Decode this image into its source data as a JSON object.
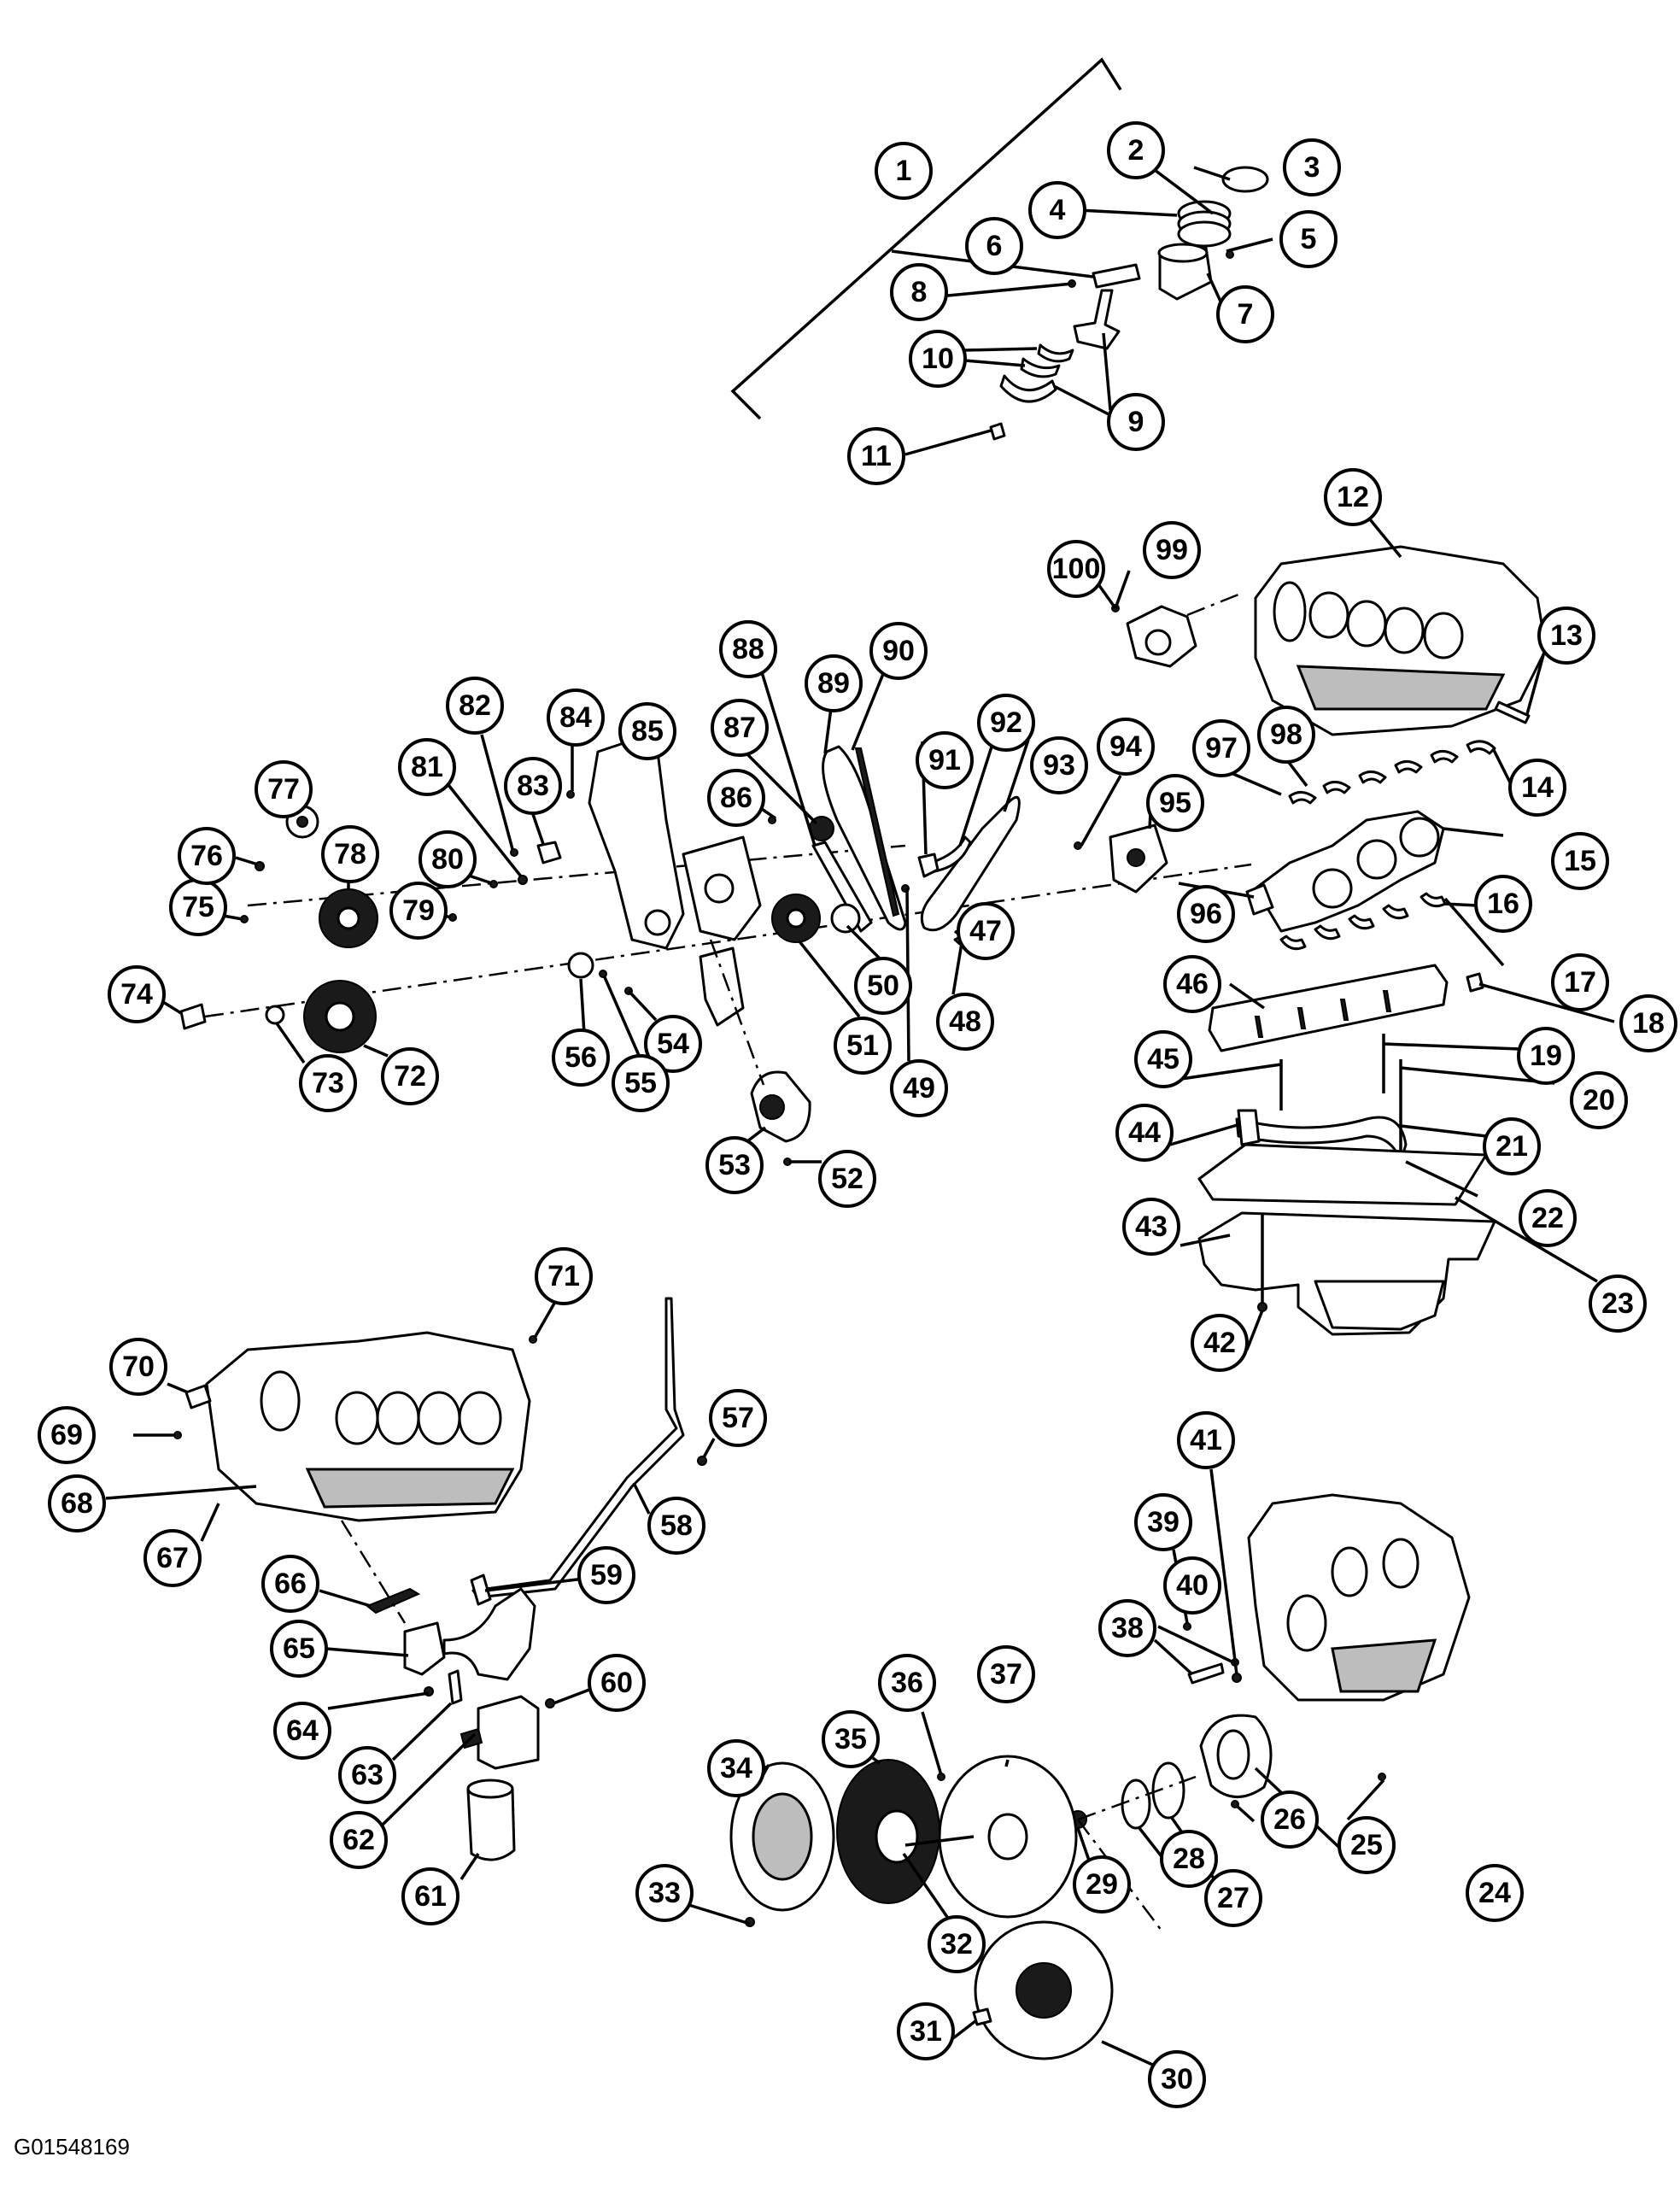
{
  "figure": {
    "id": "G01548169"
  },
  "callouts": [
    "1",
    "2",
    "3",
    "4",
    "5",
    "6",
    "7",
    "8",
    "9",
    "10",
    "11",
    "12",
    "13",
    "14",
    "15",
    "16",
    "17",
    "18",
    "19",
    "20",
    "21",
    "22",
    "23",
    "24",
    "25",
    "26",
    "27",
    "28",
    "29",
    "30",
    "31",
    "32",
    "33",
    "34",
    "35",
    "36",
    "37",
    "38",
    "39",
    "40",
    "41",
    "42",
    "43",
    "44",
    "45",
    "46",
    "47",
    "48",
    "49",
    "50",
    "51",
    "52",
    "53",
    "54",
    "55",
    "56",
    "57",
    "58",
    "59",
    "60",
    "61",
    "62",
    "63",
    "64",
    "65",
    "66",
    "67",
    "68",
    "69",
    "70",
    "71",
    "72",
    "73",
    "74",
    "75",
    "76",
    "77",
    "78",
    "79",
    "80",
    "81",
    "82",
    "83",
    "84",
    "85",
    "86",
    "87",
    "88",
    "89",
    "90",
    "91",
    "92",
    "93",
    "94",
    "95",
    "96",
    "97",
    "98",
    "99",
    "100"
  ]
}
